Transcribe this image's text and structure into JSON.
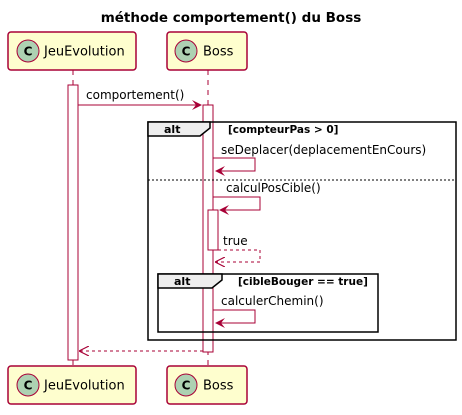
{
  "title": "méthode comportement() du Boss",
  "participants": [
    {
      "name": "JeuEvolution",
      "glyph": "C"
    },
    {
      "name": "Boss",
      "glyph": "C"
    }
  ],
  "messages": {
    "call_comportement": "comportement()",
    "self_seDeplacer": "seDeplacer(deplacementEnCours)",
    "self_calculPosCible": "calculPosCible()",
    "return_true": "true",
    "self_calculerChemin": "calculerChemin()"
  },
  "fragments": {
    "outer": {
      "operator": "alt",
      "guard": "[compteurPas > 0]"
    },
    "inner": {
      "operator": "alt",
      "guard": "[cibleBouger == true]"
    }
  },
  "colors": {
    "participant_fill": "#FEFECE",
    "participant_border": "#A80036",
    "class_circle": "#ADD1B2",
    "arrow": "#A80036",
    "frame": "#000000"
  }
}
